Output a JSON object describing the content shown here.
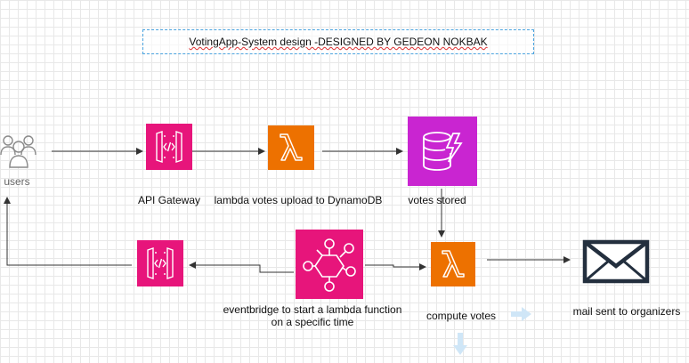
{
  "title": "VotingApp-System design -DESIGNED BY GEDEON NOKBAK",
  "nodes": {
    "users": {
      "label": "users",
      "icon": "users-icon"
    },
    "api_gateway_top": {
      "label": "API Gateway",
      "icon": "api-gateway-icon",
      "color": "#e7157b"
    },
    "lambda_upload": {
      "label": "lambda votes upload to DynamoDB",
      "icon": "lambda-icon",
      "color": "#ed7100"
    },
    "dynamodb": {
      "label": "votes stored",
      "icon": "dynamodb-icon",
      "color": "#c925d1"
    },
    "api_gateway_bottom": {
      "label": "",
      "icon": "api-gateway-icon",
      "color": "#e7157b"
    },
    "eventbridge": {
      "label_line1": "eventbridge to start a lambda function",
      "label_line2": "on a specific time",
      "icon": "eventbridge-icon",
      "color": "#e7157b"
    },
    "lambda_compute": {
      "label": "compute votes",
      "icon": "lambda-icon",
      "color": "#ed7100"
    },
    "mail": {
      "label": "mail sent to organizers",
      "icon": "mail-icon"
    }
  },
  "colors": {
    "edge": "#333333",
    "hint_arrow": "#cfe6f7"
  }
}
